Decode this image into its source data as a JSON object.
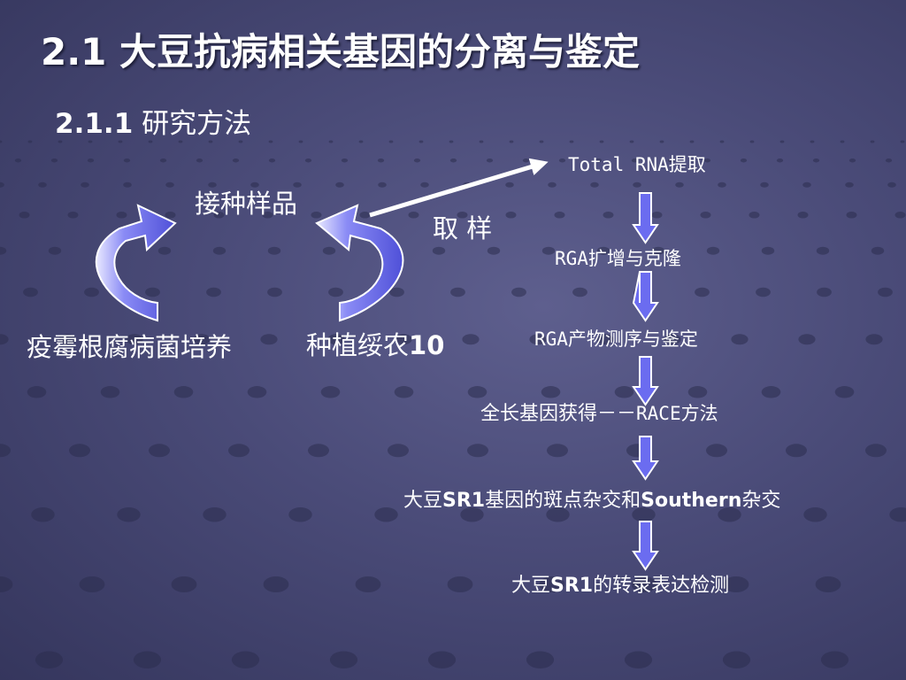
{
  "title": "2.1 大豆抗病相关基因的分离与鉴定",
  "subtitle": {
    "number": "2.1.1",
    "text": "研究方法"
  },
  "cycle": {
    "sample": "接种样品",
    "pathogen": "疫霉根腐病菌培养",
    "plant": {
      "text": "种植绥农",
      "number": "10"
    },
    "sampling": "取 样"
  },
  "flow": {
    "total_rna": "Total RNA提取",
    "rga_amp": "RGA扩增与克隆",
    "rga_seq": "RGA产物测序与鉴定",
    "full_length": {
      "text": "全长基因获得－－",
      "method": "RACE方法"
    },
    "hybrid": {
      "pre": "大豆",
      "gene": "SR1",
      "mid": "基因的斑点杂交和",
      "method": "Southern",
      "post": "杂交"
    },
    "expression": {
      "pre": "大豆",
      "gene": "SR1",
      "post": "的转录表达检测"
    }
  },
  "colors": {
    "background": "#4a4b78",
    "arrow_fill": "#6b6cf0",
    "text": "#ffffff"
  }
}
